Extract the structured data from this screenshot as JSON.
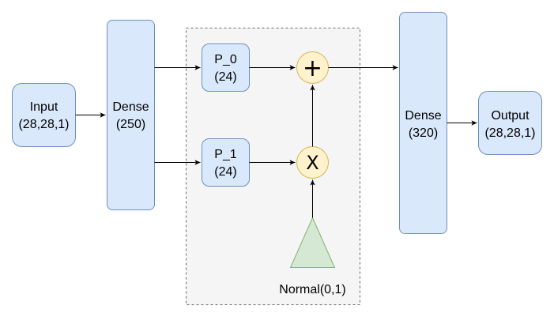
{
  "diagram": {
    "input": {
      "line1": "Input",
      "line2": "(28,28,1)"
    },
    "dense1": {
      "line1": "Dense",
      "line2": "(250)"
    },
    "p0": {
      "line1": "P_0",
      "line2": "(24)"
    },
    "p1": {
      "line1": "P_1",
      "line2": "(24)"
    },
    "plus_op": "+",
    "times_op": "X",
    "noise_label": "Normal(0,1)",
    "dense2": {
      "line1": "Dense",
      "line2": "(320)"
    },
    "output": {
      "line1": "Output",
      "line2": "(28,28,1)"
    }
  },
  "colors": {
    "box_fill": "#dae8fc",
    "box_stroke": "#6c8ebf",
    "op_fill": "#fff2cc",
    "op_stroke": "#d6b656",
    "triangle_fill": "#d5e8d4",
    "triangle_stroke": "#82b366",
    "container_stroke": "#666666",
    "arrow": "#000000"
  }
}
